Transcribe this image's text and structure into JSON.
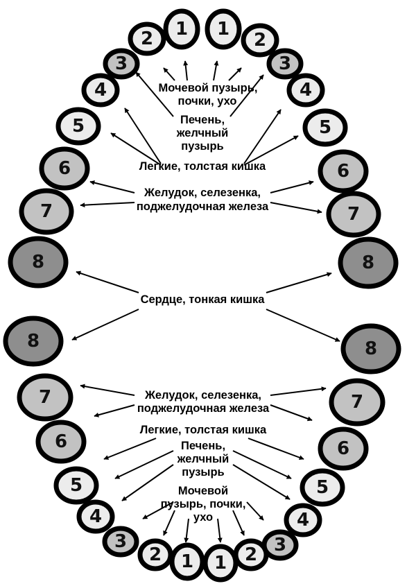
{
  "colors": {
    "crown_light": "#ececec",
    "crown_mid": "#c2c2c2",
    "crown_dark": "#8e8e8e",
    "outline": "#000000",
    "text": "#000000"
  },
  "upper_jaw": {
    "teeth": [
      {
        "number": "8",
        "shade": "dark"
      },
      {
        "number": "7",
        "shade": "mid"
      },
      {
        "number": "6",
        "shade": "mid"
      },
      {
        "number": "5",
        "shade": "light"
      },
      {
        "number": "4",
        "shade": "light"
      },
      {
        "number": "3",
        "shade": "mid"
      },
      {
        "number": "2",
        "shade": "light"
      },
      {
        "number": "1",
        "shade": "light"
      },
      {
        "number": "1",
        "shade": "light"
      },
      {
        "number": "2",
        "shade": "light"
      },
      {
        "number": "3",
        "shade": "mid"
      },
      {
        "number": "4",
        "shade": "light"
      },
      {
        "number": "5",
        "shade": "light"
      },
      {
        "number": "6",
        "shade": "mid"
      },
      {
        "number": "7",
        "shade": "mid"
      },
      {
        "number": "8",
        "shade": "dark"
      }
    ],
    "labels": {
      "bladder_line1": "Мочевой пузырь,",
      "bladder_line2": "почки, ухо",
      "liver_line1": "Печень,",
      "liver_line2": "желчный",
      "liver_line3": "пузырь",
      "lungs": "Легкие, толстая кишка",
      "stomach_line1": "Желудок, селезенка,",
      "stomach_line2": "поджелудочная железа"
    }
  },
  "center_label": "Сердце, тонкая кишка",
  "lower_jaw": {
    "teeth": [
      {
        "number": "8",
        "shade": "dark"
      },
      {
        "number": "7",
        "shade": "mid"
      },
      {
        "number": "6",
        "shade": "mid"
      },
      {
        "number": "5",
        "shade": "light"
      },
      {
        "number": "4",
        "shade": "light"
      },
      {
        "number": "3",
        "shade": "mid"
      },
      {
        "number": "2",
        "shade": "light"
      },
      {
        "number": "1",
        "shade": "light"
      },
      {
        "number": "1",
        "shade": "light"
      },
      {
        "number": "2",
        "shade": "light"
      },
      {
        "number": "3",
        "shade": "mid"
      },
      {
        "number": "4",
        "shade": "light"
      },
      {
        "number": "5",
        "shade": "light"
      },
      {
        "number": "6",
        "shade": "mid"
      },
      {
        "number": "7",
        "shade": "mid"
      },
      {
        "number": "8",
        "shade": "dark"
      }
    ],
    "labels": {
      "stomach_line1": "Желудок, селезенка,",
      "stomach_line2": "поджелудочная железа",
      "lungs": "Легкие, толстая кишка",
      "liver_line1": "Печень,",
      "liver_line2": "желчный",
      "liver_line3": "пузырь",
      "bladder_line1": "Мочевой",
      "bladder_line2": "пузырь, почки,",
      "bladder_line3": "ухо"
    }
  }
}
